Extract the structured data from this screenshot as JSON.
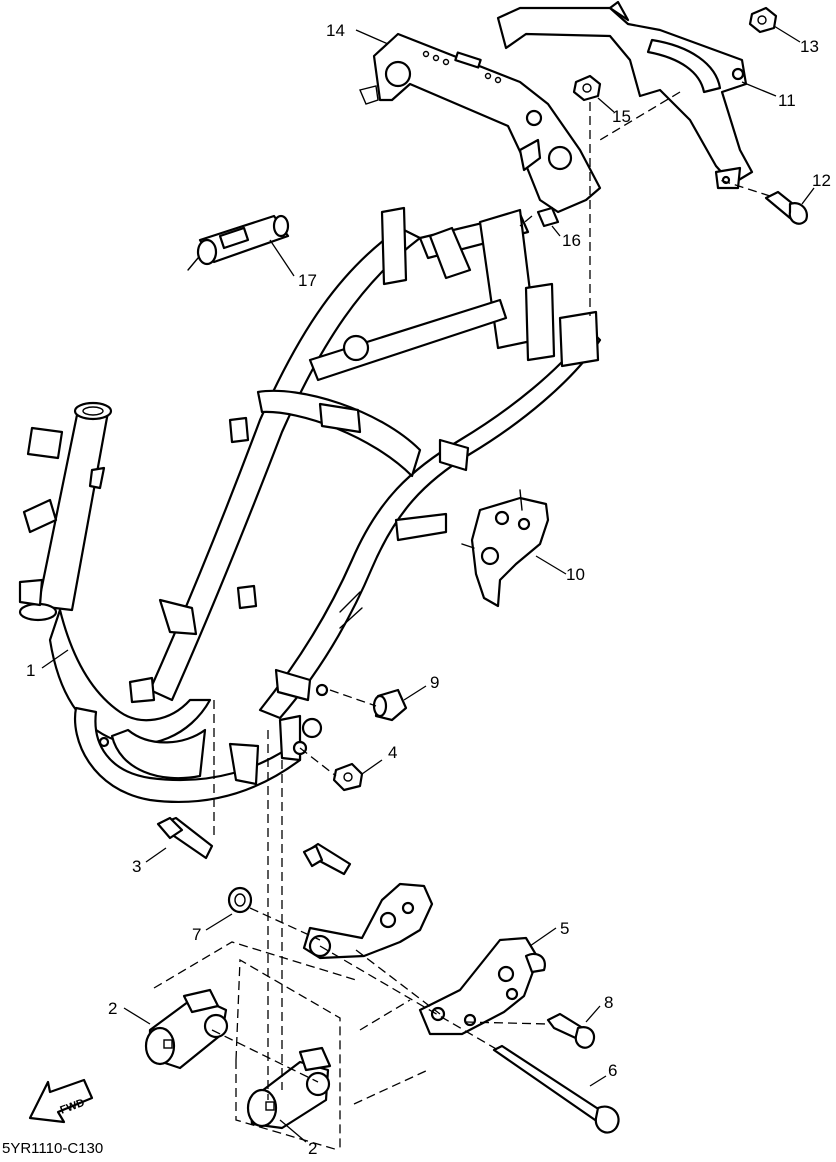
{
  "diagram": {
    "code": "5YR1110-C130",
    "fwd_label": "FWD",
    "callouts": {
      "c1": "1",
      "c2a": "2",
      "c2b": "2",
      "c3": "3",
      "c4": "4",
      "c5": "5",
      "c6": "6",
      "c7": "7",
      "c8": "8",
      "c9": "9",
      "c10": "10",
      "c11": "11",
      "c12": "12",
      "c13": "13",
      "c14": "14",
      "c15": "15",
      "c16": "16",
      "c17": "17"
    }
  }
}
